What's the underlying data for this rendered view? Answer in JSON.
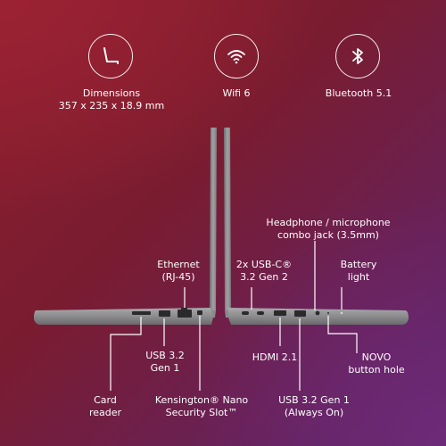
{
  "features": {
    "dimensions": {
      "icon": "laptop-angle-icon",
      "title": "Dimensions",
      "value": "357 x 235 x 18.9 mm"
    },
    "wifi": {
      "icon": "wifi-icon",
      "title": "Wifi 6"
    },
    "bluetooth": {
      "icon": "bluetooth-icon",
      "title": "Bluetooth 5.1"
    }
  },
  "ports_left": {
    "ethernet": {
      "line1": "Ethernet",
      "line2": "(RJ-45)"
    },
    "usb32": {
      "line1": "USB 3.2",
      "line2": "Gen 1"
    },
    "card_reader": {
      "line1": "Card",
      "line2": "reader"
    },
    "kensington": {
      "line1": "Kensington® Nano",
      "line2": "Security Slot™"
    }
  },
  "ports_right": {
    "headphone": {
      "line1": "Headphone / microphone",
      "line2": "combo jack (3.5mm)"
    },
    "usbc": {
      "line1": "2x USB-C®",
      "line2": "3.2 Gen 2"
    },
    "battery": {
      "line1": "Battery",
      "line2": "light"
    },
    "hdmi": {
      "line1": "HDMI 2.1"
    },
    "novo": {
      "line1": "NOVO",
      "line2": "button hole"
    },
    "usb32_always_on": {
      "line1": "USB 3.2 Gen 1",
      "line2": "(Always On)"
    }
  },
  "colors": {
    "background": "#7a1c30",
    "accent_purple": "#5a2468",
    "laptop_gray": "#8e8e90"
  }
}
